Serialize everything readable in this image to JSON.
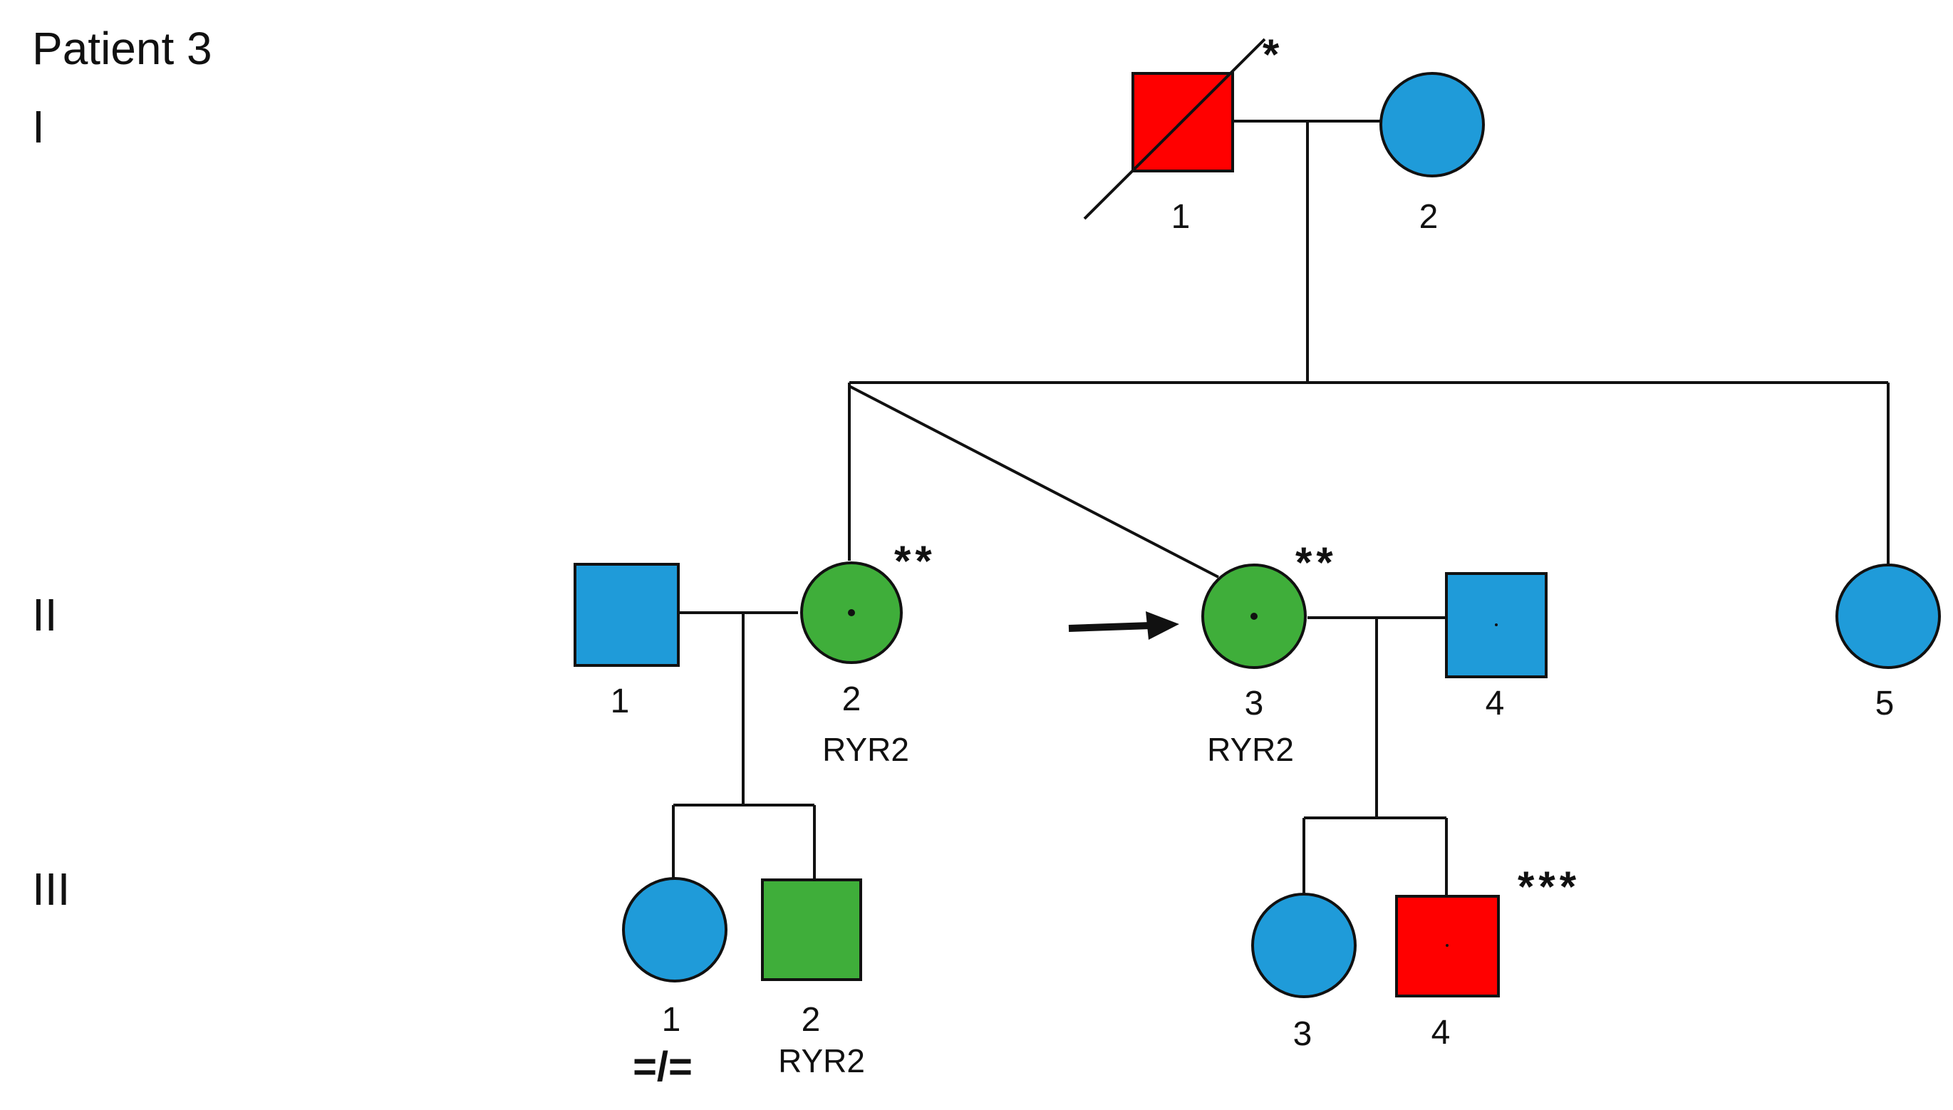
{
  "title": "Patient 3",
  "colors": {
    "affected_red": "#ff0000",
    "unaffected_blue": "#1f9bd9",
    "carrier_green": "#3fae3a",
    "outline": "#111111"
  },
  "generations": {
    "g1": "I",
    "g2": "II",
    "g3": "III"
  },
  "individuals": {
    "I1": {
      "number": "1",
      "sex": "male",
      "status": "affected",
      "deceased": true,
      "marker": "*"
    },
    "I2": {
      "number": "2",
      "sex": "female",
      "status": "unaffected"
    },
    "II1": {
      "number": "1",
      "sex": "male",
      "status": "unaffected"
    },
    "II2": {
      "number": "2",
      "sex": "female",
      "status": "carrier",
      "marker": "**",
      "gene": "RYR2"
    },
    "II3": {
      "number": "3",
      "sex": "female",
      "status": "carrier",
      "marker": "**",
      "gene": "RYR2",
      "proband": true
    },
    "II4": {
      "number": "4",
      "sex": "male",
      "status": "unaffected"
    },
    "II5": {
      "number": "5",
      "sex": "female",
      "status": "unaffected"
    },
    "III1": {
      "number": "1",
      "sex": "female",
      "status": "unaffected",
      "note": "=/="
    },
    "III2": {
      "number": "2",
      "sex": "male",
      "status": "carrier",
      "gene": "RYR2"
    },
    "III3": {
      "number": "3",
      "sex": "female",
      "status": "unaffected"
    },
    "III4": {
      "number": "4",
      "sex": "male",
      "status": "affected",
      "marker": "***"
    }
  }
}
